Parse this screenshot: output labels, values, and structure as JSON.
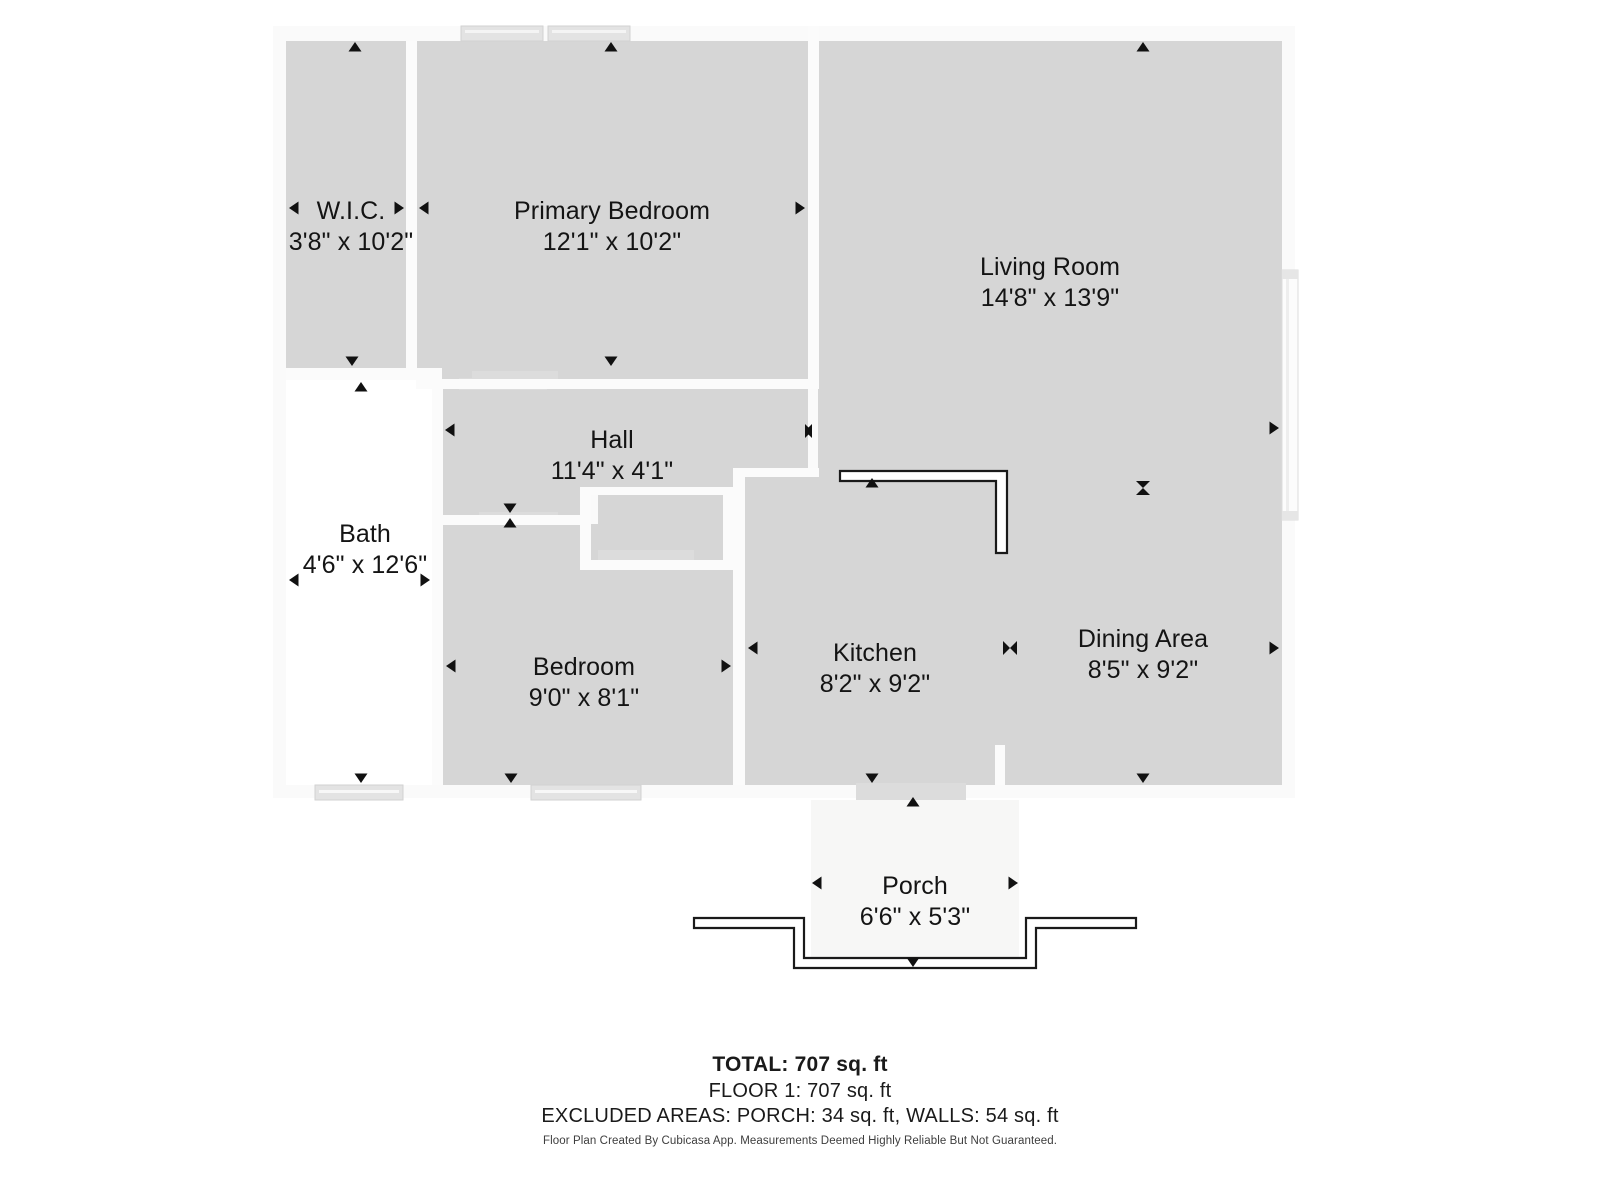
{
  "document": {
    "type": "floor-plan",
    "background_color": "#ffffff",
    "room_fill_color": "#d6d6d6",
    "porch_fill_color": "#f7f7f6",
    "wall_color": "#fbfbfb",
    "outline_color": "#1a1a1a",
    "text_color": "#141414"
  },
  "rooms": [
    {
      "id": "wic",
      "name": "W.I.C.",
      "dimensions": "3'8\" x 10'2\""
    },
    {
      "id": "primary-bedroom",
      "name": "Primary Bedroom",
      "dimensions": "12'1\" x 10'2\""
    },
    {
      "id": "living-room",
      "name": "Living Room",
      "dimensions": "14'8\" x 13'9\""
    },
    {
      "id": "hall",
      "name": "Hall",
      "dimensions": "11'4\" x 4'1\""
    },
    {
      "id": "bath",
      "name": "Bath",
      "dimensions": "4'6\" x 12'6\""
    },
    {
      "id": "bedroom",
      "name": "Bedroom",
      "dimensions": "9'0\" x 8'1\""
    },
    {
      "id": "kitchen",
      "name": "Kitchen",
      "dimensions": "8'2\" x 9'2\""
    },
    {
      "id": "dining-area",
      "name": "Dining Area",
      "dimensions": "8'5\" x 9'2\""
    },
    {
      "id": "porch",
      "name": "Porch",
      "dimensions": "6'6\" x 5'3\""
    }
  ],
  "summary": {
    "total": "TOTAL: 707 sq. ft",
    "floor_1": "FLOOR 1: 707 sq. ft",
    "excluded": "EXCLUDED AREAS: PORCH: 34 sq. ft, WALLS: 54 sq. ft",
    "disclaimer": "Floor Plan Created By Cubicasa App. Measurements Deemed Highly Reliable But Not Guaranteed."
  }
}
